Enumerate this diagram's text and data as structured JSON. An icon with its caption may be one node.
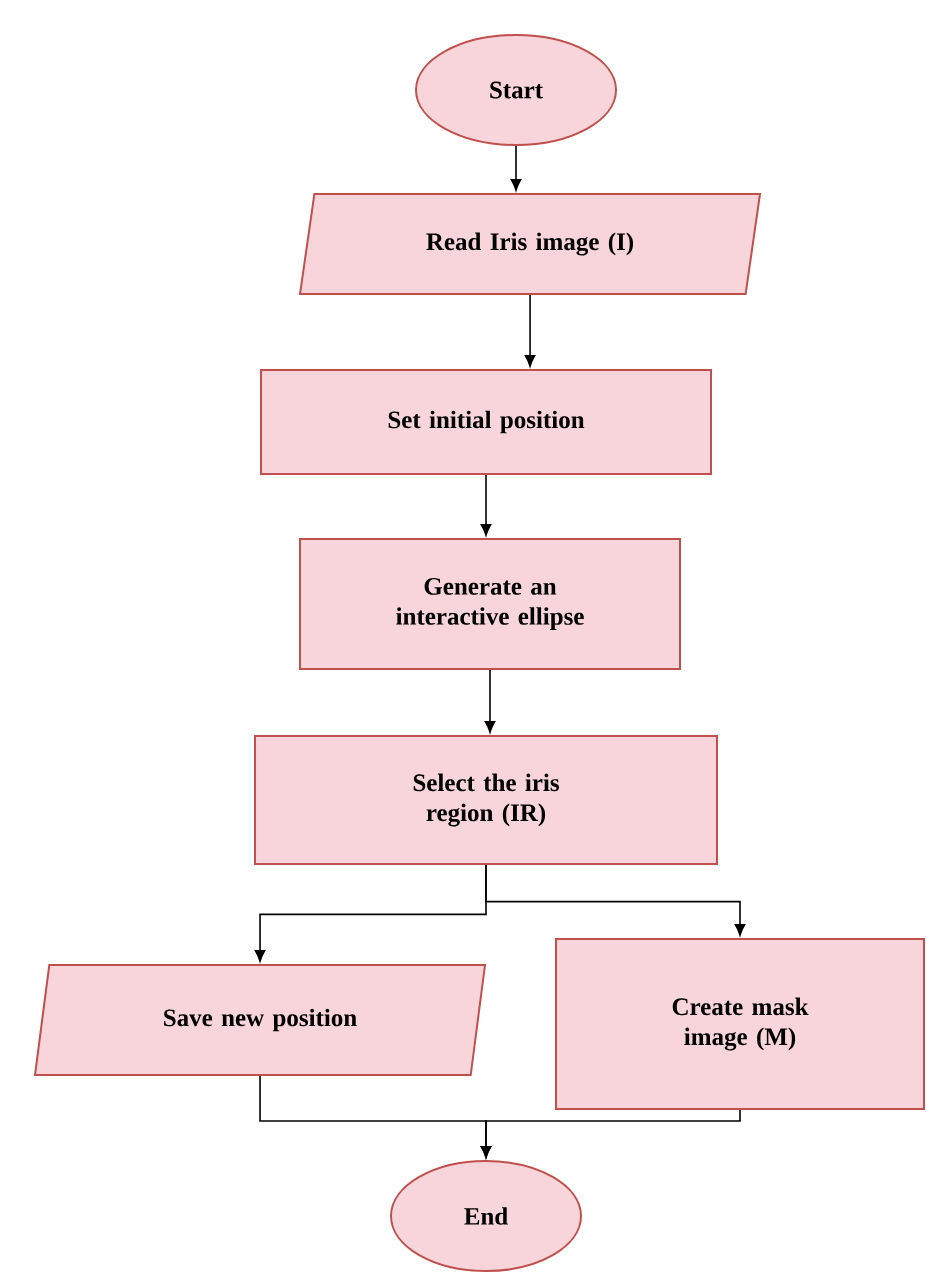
{
  "diagram": {
    "nodes": [
      {
        "text": [
          "Start"
        ]
      },
      {
        "text": [
          "Read Iris image (I)"
        ]
      },
      {
        "text": [
          "Set initial position"
        ]
      },
      {
        "text": [
          "Generate an interactive ellipse"
        ]
      },
      {
        "text": [
          "Select the iris region (IR)"
        ]
      },
      {
        "text": [
          "Save new position"
        ]
      },
      {
        "text": [
          "Create mask image (M)"
        ]
      },
      {
        "text": [
          "End"
        ]
      }
    ],
    "edges": [
      {
        "from": 0,
        "to": 1,
        "arrow": "to"
      },
      {
        "from": 1,
        "to": 2,
        "arrow": "to"
      },
      {
        "from": 2,
        "to": 3,
        "arrow": "to"
      },
      {
        "from": 3,
        "to": 4,
        "arrow": "to"
      },
      {
        "from": 4,
        "to": 5,
        "arrow": "to"
      },
      {
        "from": 4,
        "to": 6,
        "arrow": "to"
      },
      {
        "from": 5,
        "to": 7,
        "arrow": "to"
      },
      {
        "from": 6,
        "to": 7,
        "arrow": "to"
      }
    ]
  }
}
